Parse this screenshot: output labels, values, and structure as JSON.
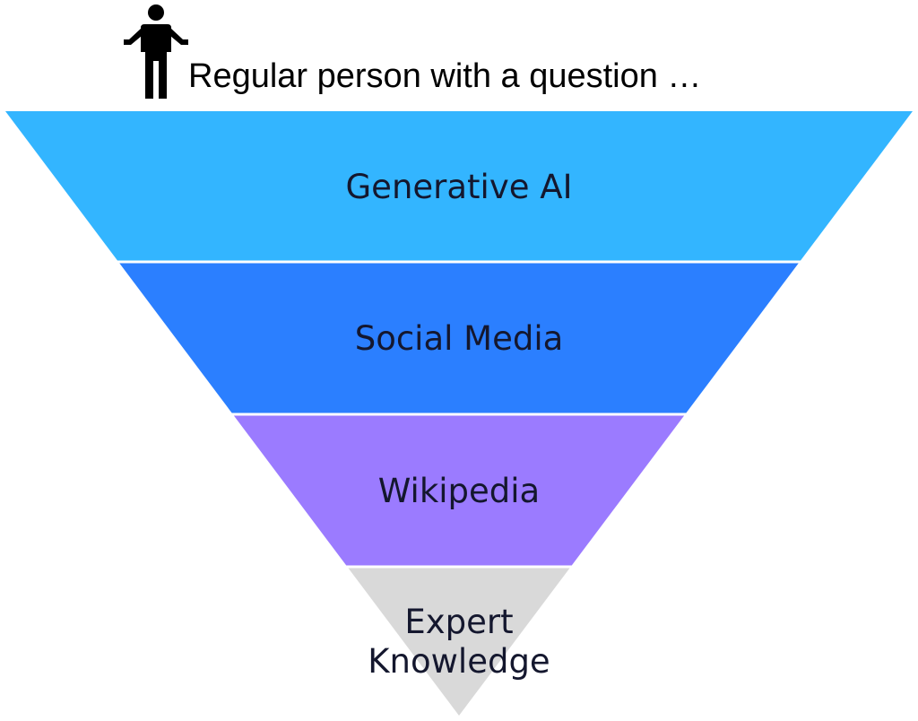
{
  "caption": "Regular person with a question …",
  "person_icon": "person-shrug-icon",
  "layers": [
    {
      "label_lines": [
        "Generative AI"
      ],
      "color": "#33b5ff"
    },
    {
      "label_lines": [
        "Social Media"
      ],
      "color": "#2b7fff"
    },
    {
      "label_lines": [
        "Wikipedia"
      ],
      "color": "#9b7bff"
    },
    {
      "label_lines": [
        "Expert",
        "Knowledge"
      ],
      "color": "#d9d9d9"
    }
  ],
  "label_color": "#14172e",
  "icon_color": "#000000"
}
